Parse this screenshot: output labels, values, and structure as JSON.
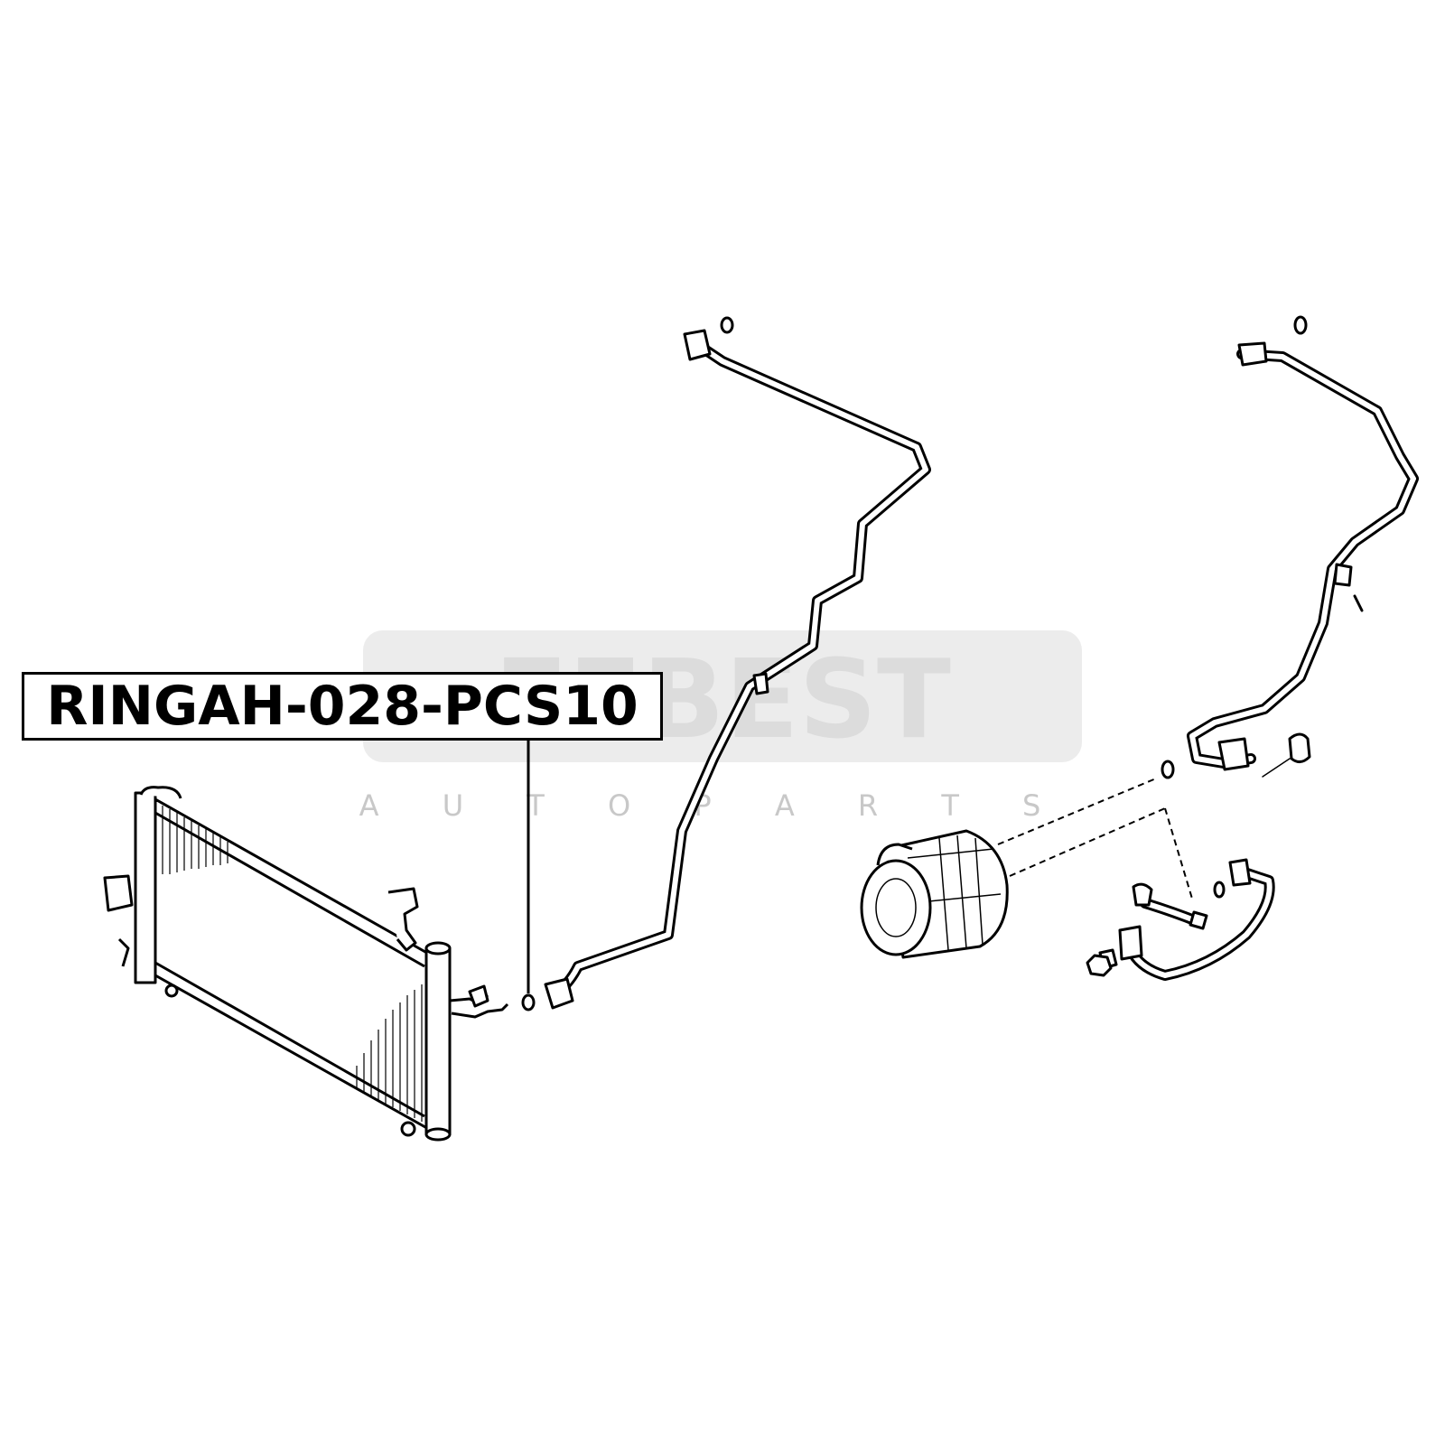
{
  "part_label": "RINGAH-028-PCS10",
  "watermark": {
    "brand": "FEBEST",
    "tagline": "A U T O   P A R T S"
  },
  "colors": {
    "ink": "#000000",
    "watermark": "#dcdcdc",
    "tagline": "#c8c8c8",
    "background": "#ffffff"
  }
}
